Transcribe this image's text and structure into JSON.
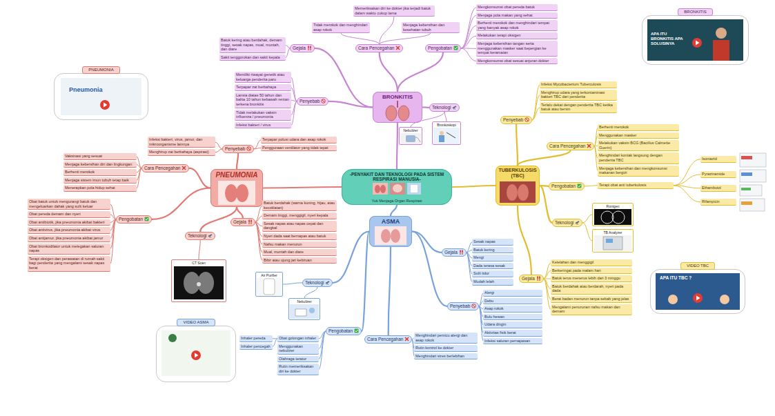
{
  "diagram": {
    "nodes": [
      {
        "text": [
          "-PENYAKIT DAN TEKNOLOGI PADA SISTEM RESPIRASI MANUSIA-",
          "Yuk Menjaga Organ Respirasi"
        ]
      },
      {
        "text": [
          "BRONKITIS"
        ]
      },
      {
        "text": [
          "PNEUMONIA"
        ]
      },
      {
        "text": [
          "TUBERKULOSIS (TBC)"
        ]
      },
      {
        "text": [
          "ASMA"
        ]
      },
      {
        "text": [
          "Cara Pencegahan"
        ]
      },
      {
        "text": [
          "Gejala"
        ]
      },
      {
        "text": [
          "Penyebab"
        ]
      },
      {
        "text": [
          "Pengobatan"
        ]
      },
      {
        "text": [
          "Teknologi"
        ]
      },
      {
        "text": [
          "Memeriksakan diri ke dokter jika terjadi batuk dalam waktu cukup lama"
        ]
      },
      {
        "text": [
          "Tidak merokok dan menghindari asap rokok"
        ]
      },
      {
        "text": [
          "Menjaga kebersihan dan kesehatan tubuh"
        ]
      },
      {
        "text": [
          "Batuk kering atau berdahak, demam tinggi, sesak napas, mual, muntah, dan diare"
        ]
      },
      {
        "text": [
          "Sakit tenggorokan dan sakit kepala"
        ]
      },
      {
        "text": [
          "Memiliki riwayat genetik atau keluarga penderita paru"
        ]
      },
      {
        "text": [
          "Terpapar zat berbahaya"
        ]
      },
      {
        "text": [
          "Lansia diatas 50 tahun dan balita 10 tahun kebawah rentan terkena bronkitis"
        ]
      },
      {
        "text": [
          "Tidak melakukan vaksin influenza / pneumonia"
        ]
      },
      {
        "text": [
          "Infeksi bakteri / virus"
        ]
      },
      {
        "text": [
          "Mengkonsumsi obat pereda batuk"
        ]
      },
      {
        "text": [
          "Menjaga pola makan yang sehat"
        ]
      },
      {
        "text": [
          "Berhenti merokok dan menghindari tempat yang banyak asap rokok"
        ]
      },
      {
        "text": [
          "Melakukan terapi oksigen"
        ]
      },
      {
        "text": [
          "Menjaga kebersihan tangan serta menggunakan masker saat bepergian ke tempat keramaian"
        ]
      },
      {
        "text": [
          "Mengkonsumsi obat sesuai anjuran dokter"
        ]
      },
      {
        "text": [
          "Nebulizer"
        ]
      },
      {
        "text": [
          "Bronkoskopi"
        ]
      },
      {
        "text": [
          "Penyebab"
        ]
      },
      {
        "text": [
          "Cara Pencegahan"
        ]
      },
      {
        "text": [
          "Pengobatan"
        ]
      },
      {
        "text": [
          "Teknologi"
        ]
      },
      {
        "text": [
          "Gejala"
        ]
      },
      {
        "text": [
          "Infeksi bakteri, virus, jamur, dan mikroorganisme lainnya"
        ]
      },
      {
        "text": [
          "Menghirup zat berbahaya (aspirasi)"
        ]
      },
      {
        "text": [
          "Terpapar polusi udara dan asap rokok"
        ]
      },
      {
        "text": [
          "Penggunaan ventilator yang tidak tepat"
        ]
      },
      {
        "text": [
          "Vaksinasi yang sesuai"
        ]
      },
      {
        "text": [
          "Menjaga kebersihan diri dan lingkungan"
        ]
      },
      {
        "text": [
          "Berhenti merokok"
        ]
      },
      {
        "text": [
          "Menjaga sistem imun tubuh tetap baik"
        ]
      },
      {
        "text": [
          "Menerapkan pola hidup sehat"
        ]
      },
      {
        "text": [
          "Obat batuk untuk mengurangi batuk dan mengeluarkan dahak yang sulit keluar"
        ]
      },
      {
        "text": [
          "Obat pereda demam dan nyeri"
        ]
      },
      {
        "text": [
          "Obat antibiotik, jika pneumonia akibat bakteri"
        ]
      },
      {
        "text": [
          "Obat antivirus, jika pneumonia akibat virus"
        ]
      },
      {
        "text": [
          "Obat antijamur, jika pneumonia akibat jamur"
        ]
      },
      {
        "text": [
          "Obat bronkodilator untuk melegakan saluran napas"
        ]
      },
      {
        "text": [
          "Terapi oksigen dan perawatan di rumah sakit bagi penderita yang mengalami sesak napas berat"
        ]
      },
      {
        "text": [
          "CT Scan"
        ]
      },
      {
        "text": [
          "Batuk berdahak (warna kuning, hijau, atau kecoklatan)"
        ]
      },
      {
        "text": [
          "Demam tinggi, menggigil, nyeri kepala"
        ]
      },
      {
        "text": [
          "Sesak napas atau napas cepat dan dangkal"
        ]
      },
      {
        "text": [
          "Nyeri dada saat bernapas atau batuk"
        ]
      },
      {
        "text": [
          "Nafsu makan menurun"
        ]
      },
      {
        "text": [
          "Mual, muntah dan diare"
        ]
      },
      {
        "text": [
          "Bibir atau ujung jari kebiruan"
        ]
      },
      {
        "text": [
          "Penyebab"
        ]
      },
      {
        "text": [
          "Cara Pencegahan"
        ]
      },
      {
        "text": [
          "Pengobatan"
        ]
      },
      {
        "text": [
          "Teknologi"
        ]
      },
      {
        "text": [
          "Gejala"
        ]
      },
      {
        "text": [
          "Infeksi Mycobacterium Tuberculosis"
        ]
      },
      {
        "text": [
          "Menghirup udara yang terkontaminasi bakteri TBC dari penderita"
        ]
      },
      {
        "text": [
          "Terlalu dekat dengan penderita TBC ketika batuk atau bersin"
        ]
      },
      {
        "text": [
          "Berhenti merokok"
        ]
      },
      {
        "text": [
          "Menggunakan masker"
        ]
      },
      {
        "text": [
          "Melakukan vaksin BCG (Bacillus Calmette Guerin)"
        ]
      },
      {
        "text": [
          "Menghindari kontak langsung dengan penderita TBC"
        ]
      },
      {
        "text": [
          "Menjaga kebersihan dan mengkonsumsi makanan bergizi"
        ]
      },
      {
        "text": [
          "Terapi obat anti tuberkulosis"
        ]
      },
      {
        "text": [
          "Isoniazid"
        ]
      },
      {
        "text": [
          "Pyrazinamide"
        ]
      },
      {
        "text": [
          "Ethambutol"
        ]
      },
      {
        "text": [
          "Rifampicin"
        ]
      },
      {
        "text": [
          "Rontgen"
        ]
      },
      {
        "text": [
          "TB Analyzer"
        ]
      },
      {
        "text": [
          "Kelelahan dan menggigil"
        ]
      },
      {
        "text": [
          "Berkeringat pada malam hari"
        ]
      },
      {
        "text": [
          "Batuk terus menerus lebih dari 3 minggu"
        ]
      },
      {
        "text": [
          "Batuk berdahak atau berdarah, nyeri pada dada"
        ]
      },
      {
        "text": [
          "Berat badan menurun tanpa sebab yang jelas"
        ]
      },
      {
        "text": [
          "Mengalami penurunan nafsu makan dan demam"
        ]
      },
      {
        "text": [
          "Gejala"
        ]
      },
      {
        "text": [
          "Penyebab"
        ]
      },
      {
        "text": [
          "Cara Pencegahan"
        ]
      },
      {
        "text": [
          "Pengobatan"
        ]
      },
      {
        "text": [
          "Teknologi"
        ]
      },
      {
        "text": [
          "Sesak napas"
        ]
      },
      {
        "text": [
          "Batuk kering"
        ]
      },
      {
        "text": [
          "Mengi"
        ]
      },
      {
        "text": [
          "Dada terasa sesak"
        ]
      },
      {
        "text": [
          "Sulit tidur"
        ]
      },
      {
        "text": [
          "Mudah lelah"
        ]
      },
      {
        "text": [
          "Alergi"
        ]
      },
      {
        "text": [
          "Debu"
        ]
      },
      {
        "text": [
          "Asap rokok"
        ]
      },
      {
        "text": [
          "Bulu hewan"
        ]
      },
      {
        "text": [
          "Udara dingin"
        ]
      },
      {
        "text": [
          "Aktivitas fisik berat"
        ]
      },
      {
        "text": [
          "Infeksi saluran pernapasan"
        ]
      },
      {
        "text": [
          "Menghindari pemicu alergi dan asap rokok"
        ]
      },
      {
        "text": [
          "Rutin kontrol ke dokter"
        ]
      },
      {
        "text": [
          "Menghindari stres berlebihan"
        ]
      },
      {
        "text": [
          "Obat golongan inhaler"
        ]
      },
      {
        "text": [
          "Inhaler pereda"
        ]
      },
      {
        "text": [
          "Inhaler pencegah"
        ]
      },
      {
        "text": [
          "Menggunakan nebulizer"
        ]
      },
      {
        "text": [
          "Olahraga teratur"
        ]
      },
      {
        "text": [
          "Rutin memeriksakan diri ke dokter"
        ]
      },
      {
        "text": [
          "Air Purifier"
        ]
      },
      {
        "text": [
          "Nebulizer"
        ]
      },
      {
        "text": [
          "PNEUMONIA"
        ]
      },
      {
        "text": [
          "BRONKITIS"
        ]
      },
      {
        "text": [
          "VIDEO TBC"
        ]
      },
      {
        "text": [
          "VIDEO ASMA"
        ]
      }
    ],
    "edges": [
      {
        "from": 0,
        "to": 1,
        "arrow": "none"
      },
      {
        "from": 0,
        "to": 2,
        "arrow": "none"
      },
      {
        "from": 0,
        "to": 3,
        "arrow": "none"
      },
      {
        "from": 0,
        "to": 4,
        "arrow": "none"
      },
      {
        "from": 1,
        "to": 5,
        "arrow": "none"
      },
      {
        "from": 1,
        "to": 6,
        "arrow": "none"
      },
      {
        "from": 1,
        "to": 7,
        "arrow": "none"
      },
      {
        "from": 1,
        "to": 8,
        "arrow": "none"
      },
      {
        "from": 1,
        "to": 9,
        "arrow": "none"
      },
      {
        "from": 5,
        "to": 10,
        "arrow": "none"
      },
      {
        "from": 5,
        "to": 11,
        "arrow": "none"
      },
      {
        "from": 5,
        "to": 12,
        "arrow": "none"
      },
      {
        "from": 6,
        "to": 13,
        "arrow": "none"
      },
      {
        "from": 6,
        "to": 14,
        "arrow": "none"
      },
      {
        "from": 7,
        "to": 15,
        "arrow": "none"
      },
      {
        "from": 7,
        "to": 16,
        "arrow": "none"
      },
      {
        "from": 7,
        "to": 17,
        "arrow": "none"
      },
      {
        "from": 7,
        "to": 18,
        "arrow": "none"
      },
      {
        "from": 7,
        "to": 19,
        "arrow": "none"
      },
      {
        "from": 8,
        "to": 20,
        "arrow": "none"
      },
      {
        "from": 8,
        "to": 21,
        "arrow": "none"
      },
      {
        "from": 8,
        "to": 22,
        "arrow": "none"
      },
      {
        "from": 8,
        "to": 23,
        "arrow": "none"
      },
      {
        "from": 8,
        "to": 24,
        "arrow": "none"
      },
      {
        "from": 8,
        "to": 25,
        "arrow": "none"
      },
      {
        "from": 9,
        "to": 26,
        "arrow": "none"
      },
      {
        "from": 9,
        "to": 27,
        "arrow": "none"
      },
      {
        "from": 2,
        "to": 28,
        "arrow": "none"
      },
      {
        "from": 2,
        "to": 29,
        "arrow": "none"
      },
      {
        "from": 2,
        "to": 30,
        "arrow": "none"
      },
      {
        "from": 2,
        "to": 31,
        "arrow": "none"
      },
      {
        "from": 2,
        "to": 32,
        "arrow": "none"
      },
      {
        "from": 28,
        "to": 33,
        "arrow": "none"
      },
      {
        "from": 28,
        "to": 34,
        "arrow": "none"
      },
      {
        "from": 28,
        "to": 35,
        "arrow": "none"
      },
      {
        "from": 28,
        "to": 36,
        "arrow": "none"
      },
      {
        "from": 29,
        "to": 37,
        "arrow": "none"
      },
      {
        "from": 29,
        "to": 38,
        "arrow": "none"
      },
      {
        "from": 29,
        "to": 39,
        "arrow": "none"
      },
      {
        "from": 29,
        "to": 40,
        "arrow": "none"
      },
      {
        "from": 29,
        "to": 41,
        "arrow": "none"
      },
      {
        "from": 30,
        "to": 42,
        "arrow": "none"
      },
      {
        "from": 30,
        "to": 43,
        "arrow": "none"
      },
      {
        "from": 30,
        "to": 44,
        "arrow": "none"
      },
      {
        "from": 30,
        "to": 45,
        "arrow": "none"
      },
      {
        "from": 30,
        "to": 46,
        "arrow": "none"
      },
      {
        "from": 30,
        "to": 47,
        "arrow": "none"
      },
      {
        "from": 30,
        "to": 48,
        "arrow": "none"
      },
      {
        "from": 31,
        "to": 49,
        "arrow": "none"
      },
      {
        "from": 32,
        "to": 50,
        "arrow": "none"
      },
      {
        "from": 32,
        "to": 51,
        "arrow": "none"
      },
      {
        "from": 32,
        "to": 52,
        "arrow": "none"
      },
      {
        "from": 32,
        "to": 53,
        "arrow": "none"
      },
      {
        "from": 32,
        "to": 54,
        "arrow": "none"
      },
      {
        "from": 32,
        "to": 55,
        "arrow": "none"
      },
      {
        "from": 32,
        "to": 56,
        "arrow": "none"
      },
      {
        "from": 3,
        "to": 57,
        "arrow": "none"
      },
      {
        "from": 3,
        "to": 58,
        "arrow": "none"
      },
      {
        "from": 3,
        "to": 59,
        "arrow": "none"
      },
      {
        "from": 3,
        "to": 60,
        "arrow": "none"
      },
      {
        "from": 3,
        "to": 61,
        "arrow": "none"
      },
      {
        "from": 57,
        "to": 62,
        "arrow": "none"
      },
      {
        "from": 57,
        "to": 63,
        "arrow": "none"
      },
      {
        "from": 57,
        "to": 64,
        "arrow": "none"
      },
      {
        "from": 58,
        "to": 65,
        "arrow": "none"
      },
      {
        "from": 58,
        "to": 66,
        "arrow": "none"
      },
      {
        "from": 58,
        "to": 67,
        "arrow": "none"
      },
      {
        "from": 58,
        "to": 68,
        "arrow": "none"
      },
      {
        "from": 58,
        "to": 69,
        "arrow": "none"
      },
      {
        "from": 59,
        "to": 70,
        "arrow": "none"
      },
      {
        "from": 70,
        "to": 71,
        "arrow": "none"
      },
      {
        "from": 70,
        "to": 72,
        "arrow": "none"
      },
      {
        "from": 70,
        "to": 73,
        "arrow": "none"
      },
      {
        "from": 70,
        "to": 74,
        "arrow": "none"
      },
      {
        "from": 60,
        "to": 75,
        "arrow": "none"
      },
      {
        "from": 60,
        "to": 76,
        "arrow": "none"
      },
      {
        "from": 61,
        "to": 77,
        "arrow": "none"
      },
      {
        "from": 61,
        "to": 78,
        "arrow": "none"
      },
      {
        "from": 61,
        "to": 79,
        "arrow": "none"
      },
      {
        "from": 61,
        "to": 80,
        "arrow": "none"
      },
      {
        "from": 61,
        "to": 81,
        "arrow": "none"
      },
      {
        "from": 61,
        "to": 82,
        "arrow": "none"
      },
      {
        "from": 4,
        "to": 83,
        "arrow": "none"
      },
      {
        "from": 4,
        "to": 84,
        "arrow": "none"
      },
      {
        "from": 4,
        "to": 85,
        "arrow": "none"
      },
      {
        "from": 4,
        "to": 86,
        "arrow": "none"
      },
      {
        "from": 4,
        "to": 87,
        "arrow": "none"
      },
      {
        "from": 83,
        "to": 88,
        "arrow": "none"
      },
      {
        "from": 83,
        "to": 89,
        "arrow": "none"
      },
      {
        "from": 83,
        "to": 90,
        "arrow": "none"
      },
      {
        "from": 83,
        "to": 91,
        "arrow": "none"
      },
      {
        "from": 83,
        "to": 92,
        "arrow": "none"
      },
      {
        "from": 83,
        "to": 93,
        "arrow": "none"
      },
      {
        "from": 84,
        "to": 94,
        "arrow": "none"
      },
      {
        "from": 84,
        "to": 95,
        "arrow": "none"
      },
      {
        "from": 84,
        "to": 96,
        "arrow": "none"
      },
      {
        "from": 84,
        "to": 97,
        "arrow": "none"
      },
      {
        "from": 84,
        "to": 98,
        "arrow": "none"
      },
      {
        "from": 84,
        "to": 99,
        "arrow": "none"
      },
      {
        "from": 84,
        "to": 100,
        "arrow": "none"
      },
      {
        "from": 85,
        "to": 101,
        "arrow": "none"
      },
      {
        "from": 85,
        "to": 102,
        "arrow": "none"
      },
      {
        "from": 85,
        "to": 103,
        "arrow": "none"
      },
      {
        "from": 86,
        "to": 104,
        "arrow": "none"
      },
      {
        "from": 86,
        "to": 107,
        "arrow": "none"
      },
      {
        "from": 86,
        "to": 108,
        "arrow": "none"
      },
      {
        "from": 86,
        "to": 109,
        "arrow": "none"
      },
      {
        "from": 104,
        "to": 105,
        "arrow": "none"
      },
      {
        "from": 104,
        "to": 106,
        "arrow": "none"
      },
      {
        "from": 87,
        "to": 110,
        "arrow": "none"
      },
      {
        "from": 87,
        "to": 111,
        "arrow": "none"
      }
    ],
    "labels": [
      "Pneumonia",
      "APA ITU BRONKITIS APA SOLUSINYA",
      "APA ITU TBC ?"
    ]
  }
}
